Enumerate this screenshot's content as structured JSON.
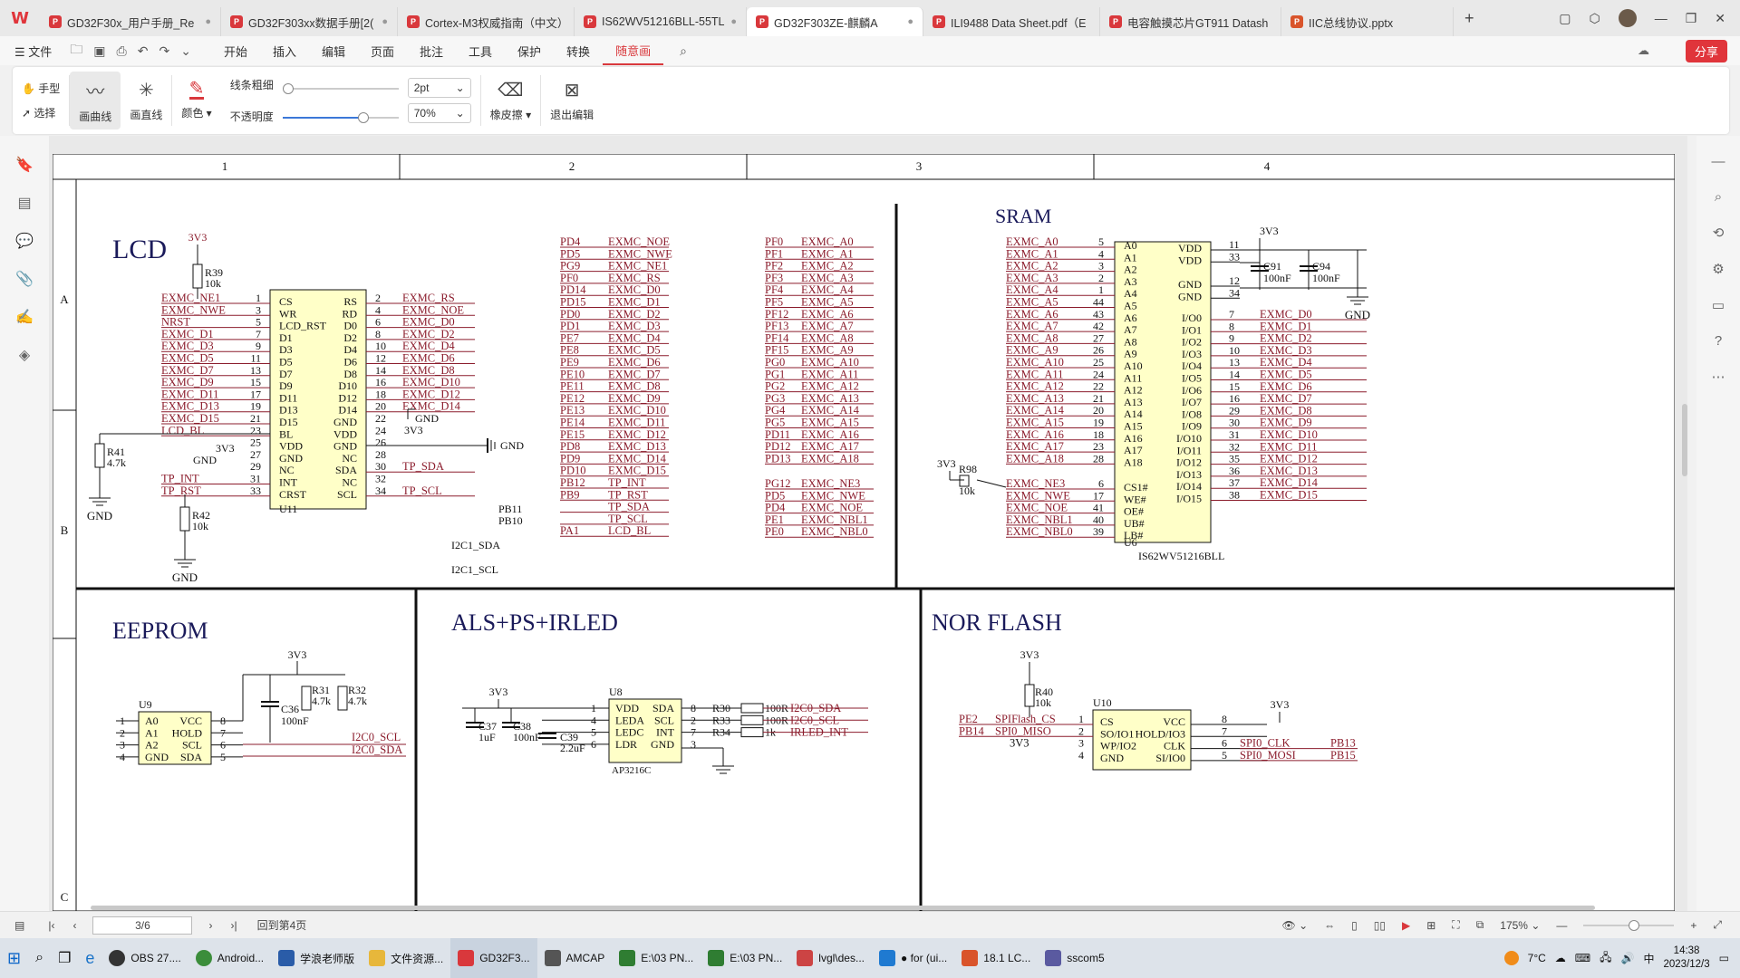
{
  "titlebar": {
    "tabs": [
      {
        "label": "GD32F30x_用户手册_Re"
      },
      {
        "label": "GD32F303xx数据手册[2("
      },
      {
        "label": "Cortex-M3权威指南（中文）"
      },
      {
        "label": "IS62WV51216BLL-55TL"
      },
      {
        "label": "GD32F303ZE-麒麟A"
      },
      {
        "label": "ILI9488 Data Sheet.pdf（E"
      },
      {
        "label": "电容触摸芯片GT911 Datash"
      },
      {
        "label": "IIC总线协议.pptx"
      }
    ],
    "add": "+"
  },
  "menubar": {
    "file": "文件",
    "items": [
      "开始",
      "插入",
      "编辑",
      "页面",
      "批注",
      "工具",
      "保护",
      "转换",
      "随意画"
    ],
    "share": "分享"
  },
  "ribbon": {
    "hand": "手型",
    "select": "选择",
    "curve": "画曲线",
    "line": "画直线",
    "color": "颜色",
    "thickness_label": "线条粗细",
    "thickness_value": "2pt",
    "thickness_level": 0.05,
    "opacity_label": "不透明度",
    "opacity_value": "70%",
    "opacity_level": 0.7,
    "eraser": "橡皮擦",
    "exit": "退出编辑"
  },
  "schematic": {
    "columns": [
      "1",
      "2",
      "3",
      "4"
    ],
    "rows": [
      "A",
      "B",
      "C"
    ],
    "lcd": {
      "title": "LCD",
      "vcc": "3V3",
      "r39": [
        "R39",
        "10k"
      ],
      "r41": [
        "R41",
        "4.7k"
      ],
      "r42": [
        "R42",
        "10k"
      ],
      "gnd": "GND",
      "ref": "U11",
      "left_nets": [
        [
          "EXMC_NE1",
          "1"
        ],
        [
          "EXMC_NWE",
          "3"
        ],
        [
          "NRST",
          "5"
        ],
        [
          "EXMC_D1",
          "7"
        ],
        [
          "EXMC_D3",
          "9"
        ],
        [
          "EXMC_D5",
          "11"
        ],
        [
          "EXMC_D7",
          "13"
        ],
        [
          "EXMC_D9",
          "15"
        ],
        [
          "EXMC_D11",
          "17"
        ],
        [
          "EXMC_D13",
          "19"
        ],
        [
          "EXMC_D15",
          "21"
        ],
        [
          "LCD_BL",
          "23"
        ],
        [
          "",
          "25"
        ],
        [
          "",
          "27"
        ],
        [
          "",
          "29"
        ],
        [
          "TP_INT",
          "31"
        ],
        [
          "TP_RST",
          "33"
        ]
      ],
      "pins_left": [
        "CS",
        "WR",
        "LCD_RST",
        "D1",
        "D3",
        "D5",
        "D7",
        "D9",
        "D11",
        "D13",
        "D15",
        "BL",
        "VDD",
        "GND",
        "NC",
        "INT",
        "CRST"
      ],
      "pins_right": [
        "RS",
        "RD",
        "D0",
        "D2",
        "D4",
        "D6",
        "D8",
        "D10",
        "D12",
        "D14",
        "GND",
        "VDD",
        "GND",
        "NC",
        "SDA",
        "NC",
        "SCL"
      ],
      "right_nets": [
        [
          "2",
          "EXMC_RS"
        ],
        [
          "4",
          "EXMC_NOE"
        ],
        [
          "6",
          "EXMC_D0"
        ],
        [
          "8",
          "EXMC_D2"
        ],
        [
          "10",
          "EXMC_D4"
        ],
        [
          "12",
          "EXMC_D6"
        ],
        [
          "14",
          "EXMC_D8"
        ],
        [
          "16",
          "EXMC_D10"
        ],
        [
          "18",
          "EXMC_D12"
        ],
        [
          "20",
          "EXMC_D14"
        ],
        [
          "22",
          ""
        ],
        [
          "24",
          ""
        ],
        [
          "26",
          ""
        ],
        [
          "28",
          ""
        ],
        [
          "30",
          "TP_SDA"
        ],
        [
          "32",
          ""
        ],
        [
          "34",
          "TP_SCL"
        ]
      ],
      "pb11": "PB11",
      "pb10": "PB10",
      "i2c_sda": "I2C1_SDA",
      "i2c_scl": "I2C1_SCL"
    },
    "pinmap1": [
      [
        "PD4",
        "EXMC_NOE"
      ],
      [
        "PD5",
        "EXMC_NWE"
      ],
      [
        "PG9",
        "EXMC_NE1"
      ],
      [
        "PF0",
        "EXMC_RS"
      ],
      [
        "PD14",
        "EXMC_D0"
      ],
      [
        "PD15",
        "EXMC_D1"
      ],
      [
        "PD0",
        "EXMC_D2"
      ],
      [
        "PD1",
        "EXMC_D3"
      ],
      [
        "PE7",
        "EXMC_D4"
      ],
      [
        "PE8",
        "EXMC_D5"
      ],
      [
        "PE9",
        "EXMC_D6"
      ],
      [
        "PE10",
        "EXMC_D7"
      ],
      [
        "PE11",
        "EXMC_D8"
      ],
      [
        "PE12",
        "EXMC_D9"
      ],
      [
        "PE13",
        "EXMC_D10"
      ],
      [
        "PE14",
        "EXMC_D11"
      ],
      [
        "PE15",
        "EXMC_D12"
      ],
      [
        "PD8",
        "EXMC_D13"
      ],
      [
        "PD9",
        "EXMC_D14"
      ],
      [
        "PD10",
        "EXMC_D15"
      ],
      [
        "PB12",
        "TP_INT"
      ],
      [
        "PB9",
        "TP_RST"
      ],
      [
        "",
        "TP_SDA"
      ],
      [
        "",
        "TP_SCL"
      ],
      [
        "PA1",
        "LCD_BL"
      ]
    ],
    "pinmap2": [
      [
        "PF0",
        "EXMC_A0"
      ],
      [
        "PF1",
        "EXMC_A1"
      ],
      [
        "PF2",
        "EXMC_A2"
      ],
      [
        "PF3",
        "EXMC_A3"
      ],
      [
        "PF4",
        "EXMC_A4"
      ],
      [
        "PF5",
        "EXMC_A5"
      ],
      [
        "PF12",
        "EXMC_A6"
      ],
      [
        "PF13",
        "EXMC_A7"
      ],
      [
        "PF14",
        "EXMC_A8"
      ],
      [
        "PF15",
        "EXMC_A9"
      ],
      [
        "PG0",
        "EXMC_A10"
      ],
      [
        "PG1",
        "EXMC_A11"
      ],
      [
        "PG2",
        "EXMC_A12"
      ],
      [
        "PG3",
        "EXMC_A13"
      ],
      [
        "PG4",
        "EXMC_A14"
      ],
      [
        "PG5",
        "EXMC_A15"
      ],
      [
        "PD11",
        "EXMC_A16"
      ],
      [
        "PD12",
        "EXMC_A17"
      ],
      [
        "PD13",
        "EXMC_A18"
      ]
    ],
    "pinmap3": [
      [
        "PG12",
        "EXMC_NE3"
      ],
      [
        "PD5",
        "EXMC_NWE"
      ],
      [
        "PD4",
        "EXMC_NOE"
      ],
      [
        "PE1",
        "EXMC_NBL1"
      ],
      [
        "PE0",
        "EXMC_NBL0"
      ]
    ],
    "sram": {
      "title": "SRAM",
      "ref": "U6",
      "part": "IS62WV51216BLL",
      "vcc": "3V3",
      "gnd": "GND",
      "c91": [
        "C91",
        "100nF"
      ],
      "c94": [
        "C94",
        "100nF"
      ],
      "r98": [
        "R98",
        "10k"
      ],
      "addr": [
        [
          "EXMC_A0",
          "5",
          "A0"
        ],
        [
          "EXMC_A1",
          "4",
          "A1"
        ],
        [
          "EXMC_A2",
          "3",
          "A2"
        ],
        [
          "EXMC_A3",
          "2",
          "A3"
        ],
        [
          "EXMC_A4",
          "1",
          "A4"
        ],
        [
          "EXMC_A5",
          "44",
          "A5"
        ],
        [
          "EXMC_A6",
          "43",
          "A6"
        ],
        [
          "EXMC_A7",
          "42",
          "A7"
        ],
        [
          "EXMC_A8",
          "27",
          "A8"
        ],
        [
          "EXMC_A9",
          "26",
          "A9"
        ],
        [
          "EXMC_A10",
          "25",
          "A10"
        ],
        [
          "EXMC_A11",
          "24",
          "A11"
        ],
        [
          "EXMC_A12",
          "22",
          "A12"
        ],
        [
          "EXMC_A13",
          "21",
          "A13"
        ],
        [
          "EXMC_A14",
          "20",
          "A14"
        ],
        [
          "EXMC_A15",
          "19",
          "A15"
        ],
        [
          "EXMC_A16",
          "18",
          "A16"
        ],
        [
          "EXMC_A17",
          "23",
          "A17"
        ],
        [
          "EXMC_A18",
          "28",
          "A18"
        ]
      ],
      "ctrl": [
        [
          "EXMC_NE3",
          "6",
          "CS1#"
        ],
        [
          "EXMC_NWE",
          "17",
          "WE#"
        ],
        [
          "EXMC_NOE",
          "41",
          "OE#"
        ],
        [
          "EXMC_NBL1",
          "40",
          "UB#"
        ],
        [
          "EXMC_NBL0",
          "39",
          "LB#"
        ]
      ],
      "pwr": [
        [
          "VDD",
          "11"
        ],
        [
          "VDD",
          "33"
        ],
        [
          "GND",
          "12"
        ],
        [
          "GND",
          "34"
        ]
      ],
      "io": [
        [
          "I/O0",
          "7",
          "EXMC_D0"
        ],
        [
          "I/O1",
          "8",
          "EXMC_D1"
        ],
        [
          "I/O2",
          "9",
          "EXMC_D2"
        ],
        [
          "I/O3",
          "10",
          "EXMC_D3"
        ],
        [
          "I/O4",
          "13",
          "EXMC_D4"
        ],
        [
          "I/O5",
          "14",
          "EXMC_D5"
        ],
        [
          "I/O6",
          "15",
          "EXMC_D6"
        ],
        [
          "I/O7",
          "16",
          "EXMC_D7"
        ],
        [
          "I/O8",
          "29",
          "EXMC_D8"
        ],
        [
          "I/O9",
          "30",
          "EXMC_D9"
        ],
        [
          "I/O10",
          "31",
          "EXMC_D10"
        ],
        [
          "I/O11",
          "32",
          "EXMC_D11"
        ],
        [
          "I/O12",
          "35",
          "EXMC_D12"
        ],
        [
          "I/O13",
          "36",
          "EXMC_D13"
        ],
        [
          "I/O14",
          "37",
          "EXMC_D14"
        ],
        [
          "I/O15",
          "38",
          "EXMC_D15"
        ]
      ]
    },
    "eeprom": {
      "title": "EEPROM",
      "ref": "U9",
      "vcc": "3V3",
      "c36": [
        "C36",
        "100nF"
      ],
      "r31": [
        "R31",
        "4.7k"
      ],
      "r32": [
        "R32",
        "4.7k"
      ],
      "scl": "I2C0_SCL",
      "sda": "I2C0_SDA",
      "pins_l": [
        [
          "1",
          "A0"
        ],
        [
          "2",
          "A1"
        ],
        [
          "3",
          "A2"
        ],
        [
          "4",
          "GND"
        ]
      ],
      "pins_r": [
        [
          "VCC",
          "8"
        ],
        [
          "HOLD",
          "7"
        ],
        [
          "SCL",
          "6"
        ],
        [
          "SDA",
          "5"
        ]
      ]
    },
    "als": {
      "title": "ALS+PS+IRLED",
      "ref": "U8",
      "part_partial": "AP3216C",
      "vcc": "3V3",
      "c37": [
        "C37",
        "1uF"
      ],
      "c38": [
        "C38",
        "100nF"
      ],
      "c39": [
        "C39",
        "2.2uF"
      ],
      "pins_l": [
        [
          "1",
          "VDD"
        ],
        [
          "4",
          "LEDA"
        ],
        [
          "5",
          "LEDC"
        ],
        [
          "6",
          "LDR"
        ]
      ],
      "pins_r": [
        [
          "SDA",
          "8"
        ],
        [
          "SCL",
          "2"
        ],
        [
          "INT",
          "7"
        ],
        [
          "GND",
          "3"
        ]
      ],
      "res": [
        [
          "R30",
          "100R",
          "I2C0_SDA"
        ],
        [
          "R33",
          "100R",
          "I2C0_SCL"
        ],
        [
          "R34",
          "1k",
          "IRLED_INT"
        ]
      ]
    },
    "nor": {
      "title": "NOR FLASH",
      "ref": "U10",
      "vcc": "3V3",
      "r40": [
        "R40",
        "10k"
      ],
      "left": [
        [
          "PE2",
          "SPIFlash_CS",
          "1",
          "CS"
        ],
        [
          "PB14",
          "SPI0_MISO",
          "2",
          "SO/IO1"
        ],
        [
          "",
          "3V3",
          "3",
          "WP/IO2"
        ],
        [
          "",
          "",
          "4",
          "GND"
        ]
      ],
      "right": [
        [
          "VCC",
          "8",
          "",
          ""
        ],
        [
          "HOLD/IO3",
          "7",
          "",
          ""
        ],
        [
          "CLK",
          "6",
          "SPI0_CLK",
          "PB13"
        ],
        [
          "SI/IO0",
          "5",
          "SPI0_MOSI",
          "PB15"
        ]
      ]
    }
  },
  "statusbar": {
    "page": "3/6",
    "back": "回到第4页",
    "zoom": "175%"
  },
  "taskbar": {
    "items": [
      "OBS 27....",
      "Android...",
      "学浪老师版",
      "文件资源...",
      "GD32F3...",
      "AMCAP",
      "E:\\03 PN...",
      "E:\\03 PN...",
      "lvgl\\des...",
      "● for (ui...",
      "18.1 LC...",
      "sscom5"
    ],
    "temp": "7°C",
    "ime": "中",
    "time": "14:38",
    "date": "2023/12/3"
  }
}
